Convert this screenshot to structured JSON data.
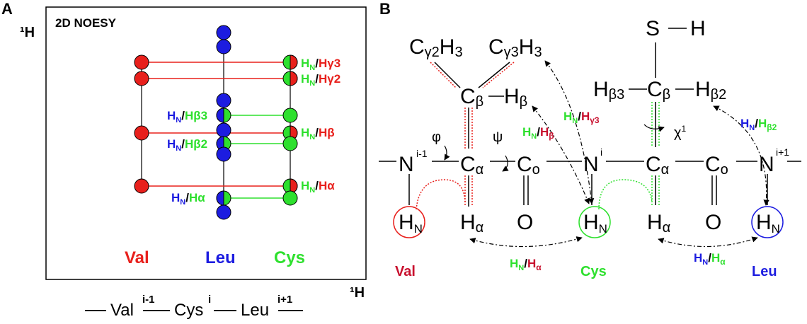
{
  "panel_a": {
    "letter": "A",
    "axis_1h_left": "¹H",
    "axis_1h_bottom": "¹H",
    "title": "2D NOESY",
    "residue_labels": {
      "val": "Val",
      "leu": "Leu",
      "cys": "Cys"
    },
    "cross_peak_labels": {
      "hn": "H",
      "n_sub": "N",
      "slash": "/",
      "hg3": "Hγ3",
      "hg2": "Hγ2",
      "hb3": "Hβ3",
      "hb2": "Hβ2",
      "hb": "Hβ",
      "ha": "Hα"
    },
    "sequence": {
      "dash": "—",
      "val": "Val",
      "val_sup": "i-1",
      "cys": "Cys",
      "cys_sup": "i",
      "leu": "Leu",
      "leu_sup": "i+1"
    },
    "colors": {
      "val": "#e8201c",
      "leu": "#1c1ce0",
      "cys": "#2ee02e"
    }
  },
  "panel_b": {
    "letter": "B",
    "sh": {
      "s": "S",
      "h": "H"
    },
    "cg2h3": {
      "c": "C",
      "sub": "γ2",
      "h3": "H",
      "h3sub": "3"
    },
    "cg3h3": {
      "c": "C",
      "sub": "γ3",
      "h3": "H",
      "h3sub": "3"
    },
    "cb": "C",
    "cb_sub": "β",
    "hb": "H",
    "hb_sub": "β",
    "hb3": "H",
    "hb3_sub": "β3",
    "hb2": "H",
    "hb2_sub": "β2",
    "n": "N",
    "n_prev_sup": "i-1",
    "n_cur_sup": "i",
    "n_next_sup": "i+1",
    "ca": "C",
    "ca_sub": "α",
    "co": "C",
    "co_sub": "o",
    "o": "O",
    "hn": "H",
    "hn_sub": "N",
    "ha": "H",
    "ha_sub": "α",
    "phi": "φ",
    "psi": "ψ",
    "chi": "χ",
    "chi_sup": "1",
    "residue_labels": {
      "val": "Val",
      "cys": "Cys",
      "leu": "Leu"
    },
    "noe_labels": {
      "hn_hb": {
        "h": "H",
        "n": "N",
        "slash": "/",
        "x": "H",
        "xs": "β"
      },
      "hn_hg3": {
        "h": "H",
        "n": "N",
        "slash": "/",
        "x": "H",
        "xs": "γ3"
      },
      "hn_hb2": {
        "h": "H",
        "n": "N",
        "slash": "/",
        "x": "H",
        "xs": "β2"
      },
      "hn_ha_cys": {
        "h": "H",
        "n": "N",
        "slash": "/",
        "x": "H",
        "xs": "α"
      },
      "hn_ha_leu": {
        "h": "H",
        "n": "N",
        "slash": "/",
        "x": "H",
        "xs": "α"
      }
    }
  }
}
